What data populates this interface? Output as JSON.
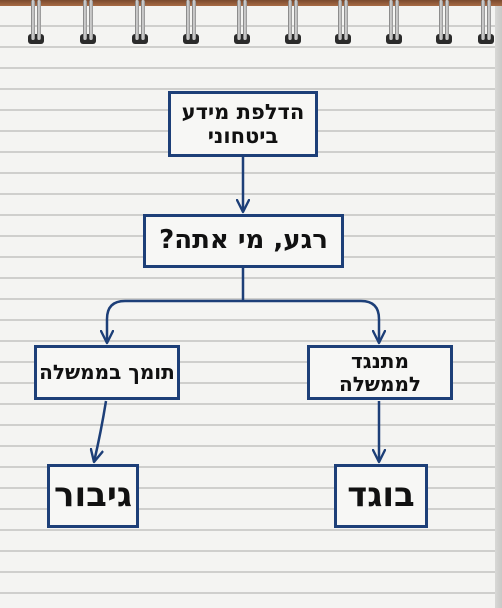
{
  "colors": {
    "box_border": "#1d3f78",
    "arrow": "#1d3f78",
    "paper": "#f4f4f2"
  },
  "nodes": {
    "root": "הדלפת מידע ביטחוני",
    "question": "רגע, מי אתה?",
    "left_branch": "תומך בממשלה",
    "right_branch": "מתנגד לממשלה",
    "left_result": "גיבור",
    "right_result": "בוגד"
  }
}
